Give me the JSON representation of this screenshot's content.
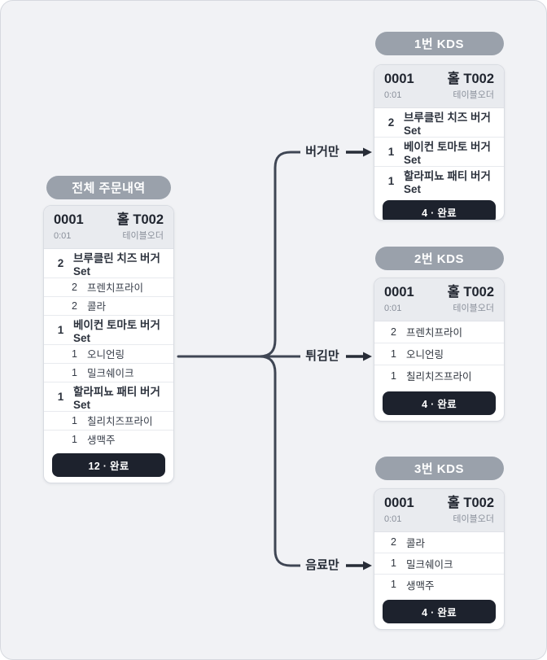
{
  "master": {
    "badge": "전체 주문내역",
    "card": {
      "order_no": "0001",
      "table": "홀 T002",
      "elapsed": "0:01",
      "order_type": "테이블오더",
      "items": [
        {
          "qty": "2",
          "name": "브루클린 치즈 버거 Set",
          "type": "main"
        },
        {
          "qty": "2",
          "name": "프렌치프라이",
          "type": "sub"
        },
        {
          "qty": "2",
          "name": "콜라",
          "type": "sub"
        },
        {
          "qty": "1",
          "name": "베이컨 토마토 버거 Set",
          "type": "main"
        },
        {
          "qty": "1",
          "name": "오니언링",
          "type": "sub"
        },
        {
          "qty": "1",
          "name": "밀크쉐이크",
          "type": "sub"
        },
        {
          "qty": "1",
          "name": "할라피뇨 패티 버거 Set",
          "type": "main"
        },
        {
          "qty": "1",
          "name": "칠리치즈프라이",
          "type": "sub"
        },
        {
          "qty": "1",
          "name": "생맥주",
          "type": "sub"
        }
      ],
      "complete_button": "12 · 완료"
    }
  },
  "branches": [
    {
      "label": "버거만"
    },
    {
      "label": "튀김만"
    },
    {
      "label": "음료만"
    }
  ],
  "kds": [
    {
      "badge": "1번 KDS",
      "card": {
        "order_no": "0001",
        "table": "홀 T002",
        "elapsed": "0:01",
        "order_type": "테이블오더",
        "items": [
          {
            "qty": "2",
            "name": "브루클린 치즈 버거 Set",
            "type": "main"
          },
          {
            "qty": "1",
            "name": "베이컨 토마토 버거 Set",
            "type": "main"
          },
          {
            "qty": "1",
            "name": "할라피뇨 패티 버거 Set",
            "type": "main"
          }
        ],
        "complete_button": "4 · 완료"
      }
    },
    {
      "badge": "2번 KDS",
      "card": {
        "order_no": "0001",
        "table": "홀 T002",
        "elapsed": "0:01",
        "order_type": "테이블오더",
        "items": [
          {
            "qty": "2",
            "name": "프렌치프라이",
            "type": "plain"
          },
          {
            "qty": "1",
            "name": "오니언링",
            "type": "plain"
          },
          {
            "qty": "1",
            "name": "칠리치즈프라이",
            "type": "plain"
          }
        ],
        "complete_button": "4 · 완료"
      }
    },
    {
      "badge": "3번 KDS",
      "card": {
        "order_no": "0001",
        "table": "홀 T002",
        "elapsed": "0:01",
        "order_type": "테이블오더",
        "items": [
          {
            "qty": "2",
            "name": "콜라",
            "type": "plain"
          },
          {
            "qty": "1",
            "name": "밀크쉐이크",
            "type": "plain"
          },
          {
            "qty": "1",
            "name": "생맥주",
            "type": "plain"
          }
        ],
        "complete_button": "4 · 완료"
      }
    }
  ],
  "colors": {
    "canvas_bg": "#f1f2f5",
    "badge_bg": "#9aa1ab",
    "card_header_bg": "#e9ebef",
    "dark_button_bg": "#1d222d",
    "connector_line": "#3f4654",
    "arrow": "#272c37"
  }
}
